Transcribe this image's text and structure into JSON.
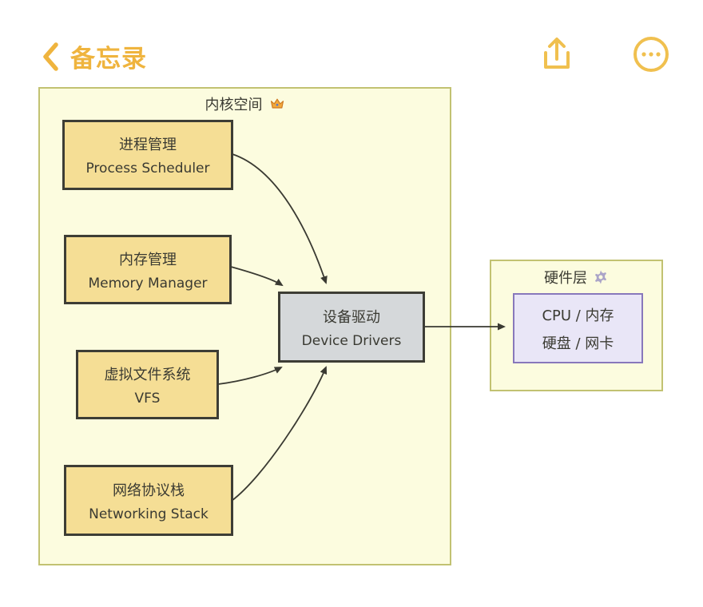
{
  "header": {
    "back_label": "备忘录",
    "icons": {
      "back": "chevron-left",
      "share": "share-up-arrow",
      "more": "ellipsis-circle"
    }
  },
  "diagram": {
    "kernel": {
      "title": "内核空间",
      "badge_icon": "crown",
      "modules": [
        {
          "zh": "进程管理",
          "en": "Process Scheduler"
        },
        {
          "zh": "内存管理",
          "en": "Memory Manager"
        },
        {
          "zh": "虚拟文件系统",
          "en": "VFS"
        },
        {
          "zh": "网络协议栈",
          "en": "Networking Stack"
        }
      ],
      "driver": {
        "zh": "设备驱动",
        "en": "Device Drivers"
      }
    },
    "hardware": {
      "title": "硬件层",
      "badge_icon": "gear",
      "chip": {
        "line1": "CPU / 内存",
        "line2": "硬盘 / 网卡"
      }
    },
    "connections": [
      "process-scheduler -> device-drivers",
      "memory-manager -> device-drivers",
      "vfs -> device-drivers",
      "networking-stack -> device-drivers",
      "device-drivers -> hardware"
    ]
  },
  "colors": {
    "accent_gold": "#efb43e",
    "container_fill": "#fcfcdf",
    "container_border": "#c2c272",
    "module_fill": "#f5de95",
    "module_border": "#3d3d35",
    "driver_fill": "#d5d8da",
    "hardware_inner_fill": "#e9e6f7",
    "hardware_inner_border": "#8878bb",
    "text_dark": "#3a3a32"
  }
}
